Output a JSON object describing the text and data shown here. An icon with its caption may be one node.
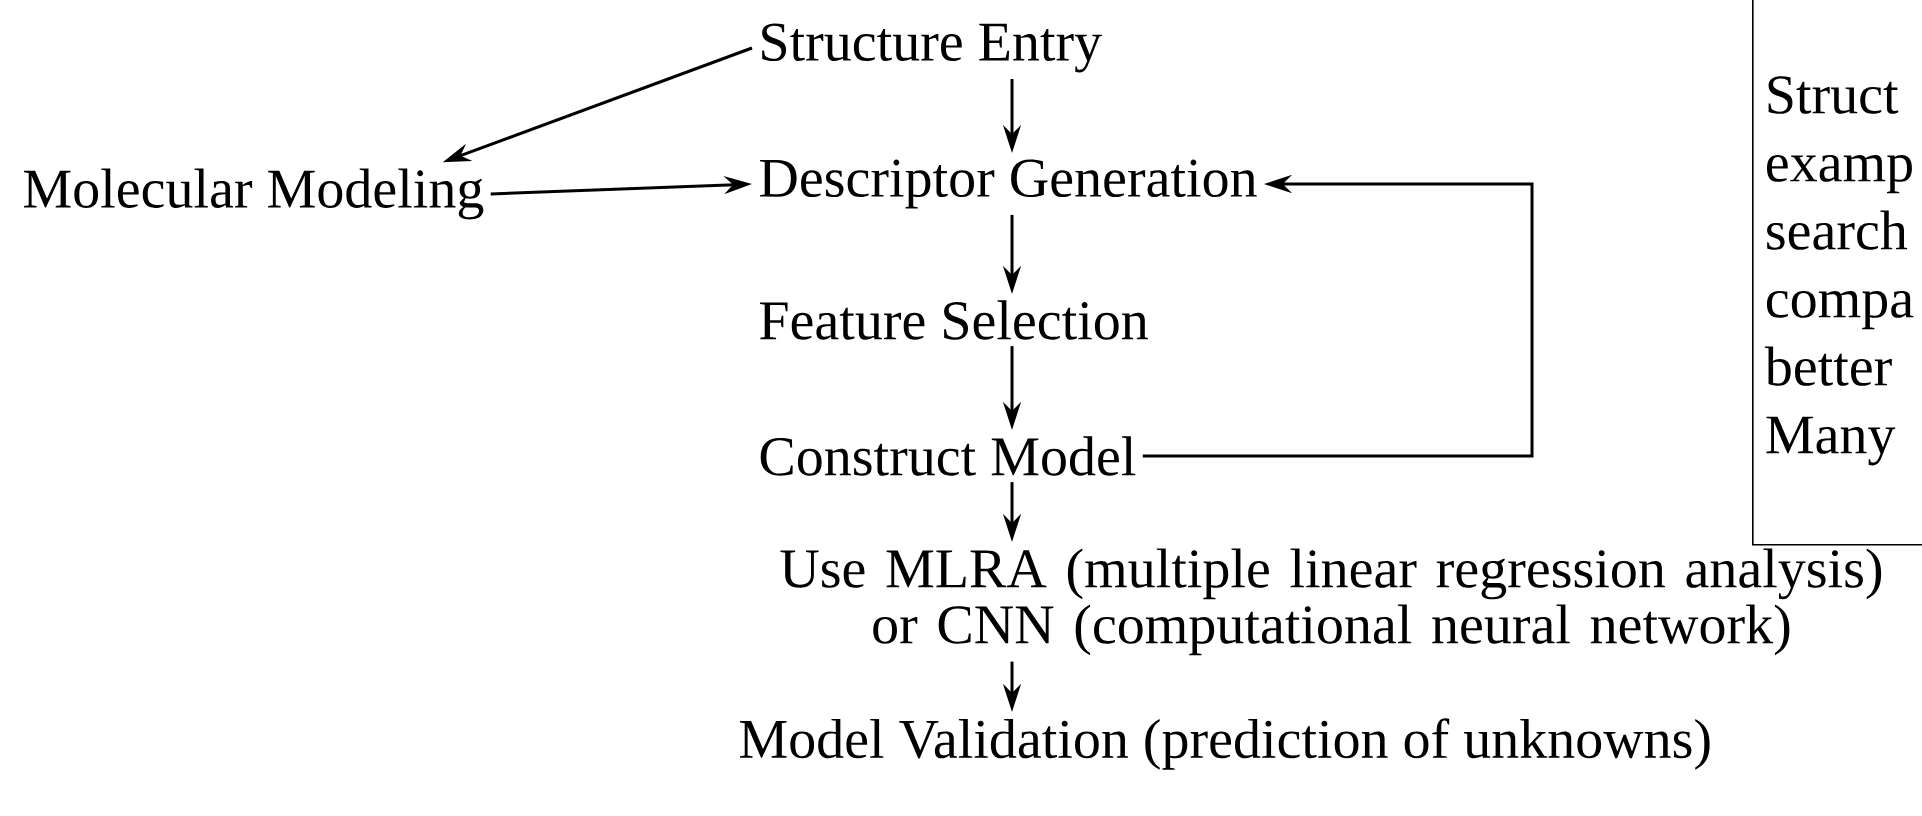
{
  "diagram": {
    "nodes": [
      {
        "text": [
          "Structure Entry"
        ]
      },
      {
        "text": [
          "Molecular Modeling"
        ]
      },
      {
        "text": [
          "Descriptor Generation"
        ]
      },
      {
        "text": [
          "Feature Selection"
        ]
      },
      {
        "text": [
          "Construct Model"
        ]
      },
      {
        "text": [
          "Use MLRA (multiple linear regression analysis) or CNN (computational neural network)"
        ]
      },
      {
        "text": [
          "Model Validation (prediction of unknowns)"
        ]
      },
      {
        "text": [
          "Struct examp search compa better Many"
        ]
      }
    ],
    "edges": [
      {
        "from": 0,
        "to": 1,
        "arrow": "to"
      },
      {
        "from": 1,
        "to": 2,
        "arrow": "to"
      },
      {
        "from": 0,
        "to": 2,
        "arrow": "to"
      },
      {
        "from": 2,
        "to": 3,
        "arrow": "to"
      },
      {
        "from": 3,
        "to": 4,
        "arrow": "to"
      },
      {
        "from": 4,
        "to": 5,
        "arrow": "to"
      },
      {
        "from": 5,
        "to": 6,
        "arrow": "to"
      },
      {
        "from": 4,
        "to": 2,
        "arrow": "to"
      }
    ]
  }
}
